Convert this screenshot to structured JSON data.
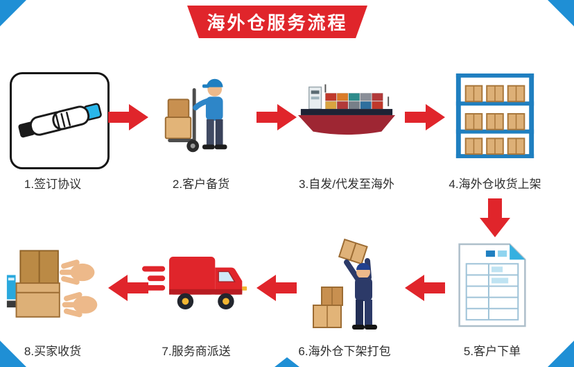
{
  "banner": {
    "title": "海外仓服务流程"
  },
  "steps": [
    {
      "id": 1,
      "label": "1.签订协议",
      "icon": "handshake-icon"
    },
    {
      "id": 2,
      "label": "2.客户备货",
      "icon": "worker-cart-icon"
    },
    {
      "id": 3,
      "label": "3.自发/代发至海外",
      "icon": "cargo-ship-icon"
    },
    {
      "id": 4,
      "label": "4.海外仓收货上架",
      "icon": "warehouse-rack-icon"
    },
    {
      "id": 5,
      "label": "5.客户下单",
      "icon": "order-form-icon"
    },
    {
      "id": 6,
      "label": "6.海外仓下架打包",
      "icon": "worker-packing-icon"
    },
    {
      "id": 7,
      "label": "7.服务商派送",
      "icon": "delivery-truck-icon"
    },
    {
      "id": 8,
      "label": "8.买家收货",
      "icon": "receive-goods-icon"
    }
  ],
  "flow": {
    "row1_direction": "left-to-right",
    "row2_direction": "right-to-left",
    "row_connector": "down-arrow between step 4 and step 5"
  },
  "colors": {
    "banner_red": "#e0252b",
    "arrow_red": "#e0252b",
    "accent_blue": "#1f8fd5",
    "box_tan": "#ddb077",
    "navy": "#2c3a68",
    "background": "#ffffff"
  }
}
